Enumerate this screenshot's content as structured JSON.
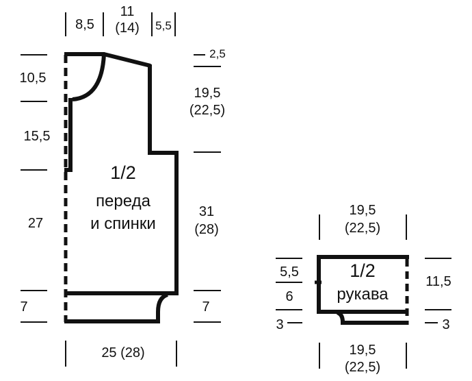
{
  "body_piece": {
    "title": "1/2",
    "subtitle_1": "переда",
    "subtitle_2": "и спинки",
    "top_widths": {
      "left": "8,5",
      "neck": "11",
      "neck_alt": "(14)",
      "shoulder": "5,5"
    },
    "left_heights": {
      "neck_depth": "10,5",
      "upper": "15,5",
      "middle": "27",
      "rib": "7"
    },
    "right_heights": {
      "shoulder_slope": "2,5",
      "armhole": "19,5",
      "armhole_alt": "(22,5)",
      "side": "31",
      "side_alt": "(28)",
      "rib": "7"
    },
    "bottom_width": "25 (28)"
  },
  "sleeve_piece": {
    "title": "1/2",
    "subtitle": "рукава",
    "top_width": "19,5",
    "top_width_alt": "(22,5)",
    "bottom_width": "19,5",
    "bottom_width_alt": "(22,5)",
    "left_heights": {
      "upper": "5,5",
      "lower": "6",
      "cuff": "3"
    },
    "right_heights": {
      "main": "11,5",
      "cuff": "3"
    }
  },
  "colors": {
    "line": "#111111",
    "background": "#ffffff"
  }
}
